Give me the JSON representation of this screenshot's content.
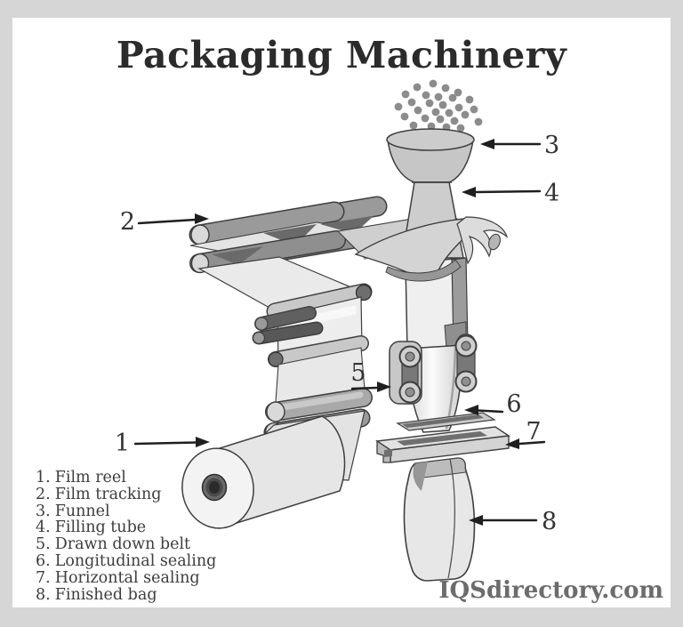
{
  "window": {
    "background": "#d6d6d6",
    "panel_background": "#ffffff"
  },
  "header": {
    "title": "Packaging Machinery"
  },
  "diagram": {
    "subject": "vertical-form-fill-seal-packaging-machine",
    "callouts": [
      {
        "number": "1",
        "label": "Film reel"
      },
      {
        "number": "2",
        "label": "Film tracking"
      },
      {
        "number": "3",
        "label": "Funnel"
      },
      {
        "number": "4",
        "label": "Filling tube"
      },
      {
        "number": "5",
        "label": "Drawn down belt"
      },
      {
        "number": "6",
        "label": "Longitudinal sealing"
      },
      {
        "number": "7",
        "label": "Horizontal sealing"
      },
      {
        "number": "8",
        "label": "Finished bag"
      }
    ],
    "palette": {
      "outline": "#3f3f3f",
      "film_light": "#ebebeb",
      "metal_mid": "#c6c6c6",
      "roller_dark": "#8f8f8f",
      "granules": "#8c8c8c",
      "arrow": "#1f1f1f"
    }
  },
  "legend": {
    "items": [
      {
        "number": "1.",
        "label": "Film reel"
      },
      {
        "number": "2.",
        "label": "Film tracking"
      },
      {
        "number": "3.",
        "label": "Funnel"
      },
      {
        "number": "4.",
        "label": "Filling tube"
      },
      {
        "number": "5.",
        "label": "Drawn down belt"
      },
      {
        "number": "6.",
        "label": "Longitudinal sealing"
      },
      {
        "number": "7.",
        "label": "Horizontal sealing"
      },
      {
        "number": "8.",
        "label": "Finished bag"
      }
    ]
  },
  "footer": {
    "watermark": "IQSdirectory.com"
  }
}
